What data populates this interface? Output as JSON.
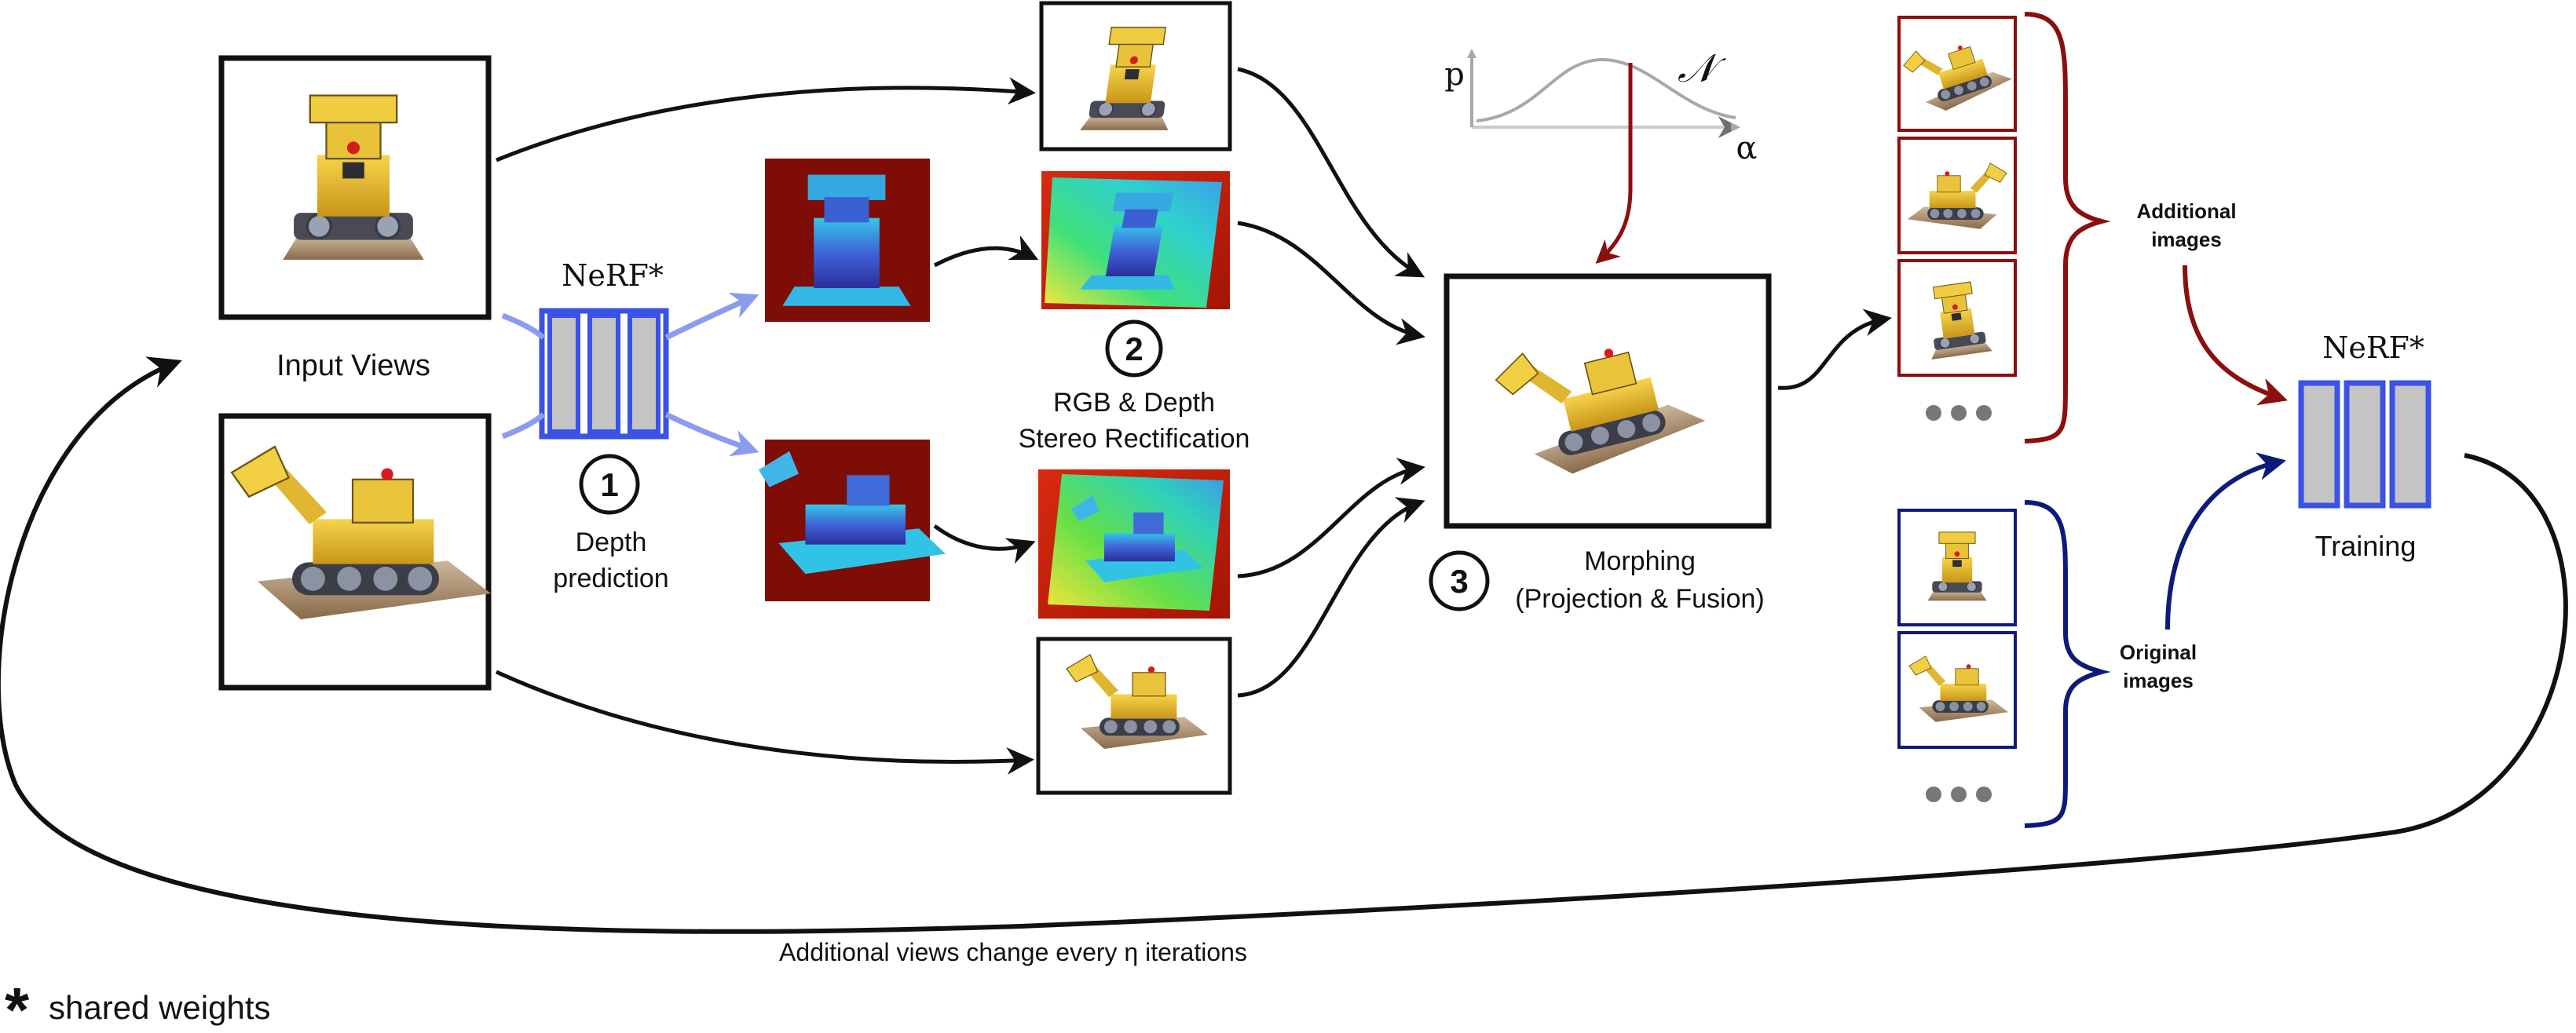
{
  "labels": {
    "input_views": "Input Views",
    "nerf_top": "NeRF*",
    "nerf_right": "NeRF*",
    "step1_number": "1",
    "step1_line1": "Depth",
    "step1_line2": "prediction",
    "step2_number": "2",
    "step2_line1": "RGB & Depth",
    "step2_line2": "Stereo Rectification",
    "step3_number": "3",
    "step3_line1": "Morphing",
    "step3_line2": "(Projection & Fusion)",
    "additional_line1": "Additional",
    "additional_line2": "images",
    "original_line1": "Original",
    "original_line2": "images",
    "training": "Training",
    "loop_caption": "Additional views change every η iterations",
    "shared_star": "*",
    "shared_weights": "shared weights",
    "gauss_y": "p",
    "gauss_x": "α",
    "gauss_dist": "𝒩"
  },
  "colors": {
    "stroke": "#111111",
    "nerf_blue": "#3b52e6",
    "nerf_fill": "#c4c4c4",
    "soft_blue": "#8a9cf0",
    "additional_red": "#8b0f0f",
    "original_blue": "#0d1a7a",
    "depth_background": "#7d0d05",
    "gauss_gray": "#a8a8a8"
  }
}
